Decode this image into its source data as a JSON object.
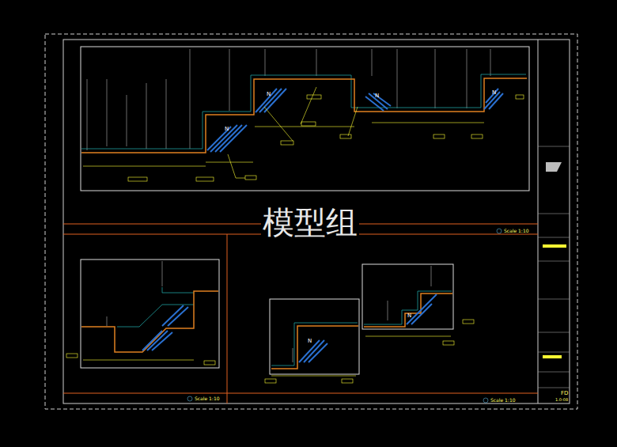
{
  "diagram": {
    "labels": [
      "模型组",
      "Scale 1:10",
      "Scale 1:10",
      "Scale 1:10",
      "FD",
      "1.0-08",
      "N",
      "N",
      "N",
      "N",
      "N",
      "N"
    ]
  }
}
